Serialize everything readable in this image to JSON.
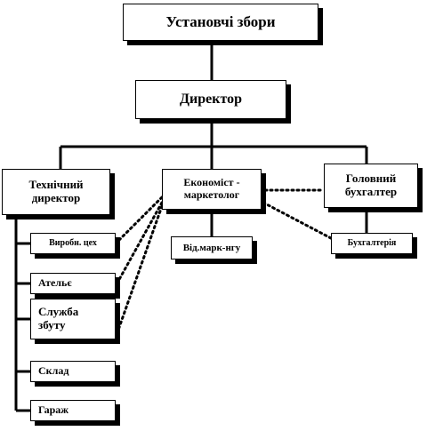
{
  "nodes": {
    "assembly": "Установчі збори",
    "director": "Директор",
    "technical_director": [
      "Технічний",
      "директор"
    ],
    "economist": [
      "Економіст -",
      "маркетолог"
    ],
    "chief_accountant": [
      "Головний",
      "бухгалтер"
    ],
    "production": "Виробн. цех",
    "atelier": "Ательє",
    "sales": [
      "Служба",
      "збуту"
    ],
    "warehouse": "Склад",
    "garage": "Гараж",
    "marketing_dept": "Від.марк-нгу",
    "accounting": "Бухгалтерія"
  },
  "colors": {
    "line": "#000000",
    "box_fill": "#ffffff",
    "shadow": "#000000"
  }
}
